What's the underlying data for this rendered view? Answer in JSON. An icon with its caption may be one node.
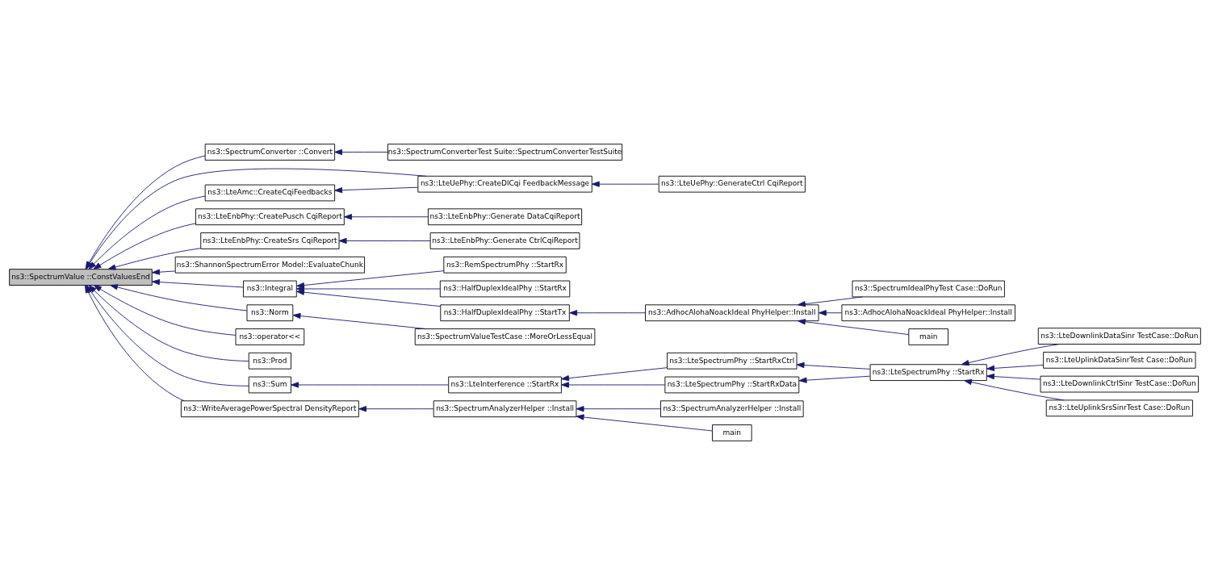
{
  "diagram": {
    "nodes": [
      {
        "text": [
          "ns3::SpectrumValue ::ConstValuesEnd"
        ]
      },
      {
        "text": [
          "ns3::SpectrumConverter ::Convert"
        ]
      },
      {
        "text": [
          "ns3::LteAmc::CreateCqiFeedbacks"
        ]
      },
      {
        "text": [
          "ns3::LteEnbPhy::CreatePusch CqiReport"
        ]
      },
      {
        "text": [
          "ns3::LteEnbPhy::CreateSrs CqiReport"
        ]
      },
      {
        "text": [
          "ns3::ShannonSpectrumError Model::EvaluateChunk"
        ]
      },
      {
        "text": [
          "ns3::Integral"
        ]
      },
      {
        "text": [
          "ns3::Norm"
        ]
      },
      {
        "text": [
          "ns3::operator<<"
        ]
      },
      {
        "text": [
          "ns3::Prod"
        ]
      },
      {
        "text": [
          "ns3::Sum"
        ]
      },
      {
        "text": [
          "ns3::WriteAveragePowerSpectral DensityReport"
        ]
      },
      {
        "text": [
          "ns3::SpectrumConverterTest Suite::SpectrumConverterTestSuite"
        ]
      },
      {
        "text": [
          "ns3::LteUePhy::CreateDlCqi FeedbackMessage"
        ]
      },
      {
        "text": [
          "ns3::LteEnbPhy::Generate DataCqiReport"
        ]
      },
      {
        "text": [
          "ns3::LteEnbPhy::Generate CtrlCqiReport"
        ]
      },
      {
        "text": [
          "ns3::RemSpectrumPhy ::StartRx"
        ]
      },
      {
        "text": [
          "ns3::HalfDuplexIdealPhy ::StartRx"
        ]
      },
      {
        "text": [
          "ns3::HalfDuplexIdealPhy ::StartTx"
        ]
      },
      {
        "text": [
          "ns3::SpectrumValueTestCase ::MoreOrLessEqual"
        ]
      },
      {
        "text": [
          "ns3::LteInterference ::StartRx"
        ]
      },
      {
        "text": [
          "ns3::SpectrumAnalyzerHelper ::Install"
        ]
      },
      {
        "text": [
          "ns3::LteUePhy::GenerateCtrl CqiReport"
        ]
      },
      {
        "text": [
          "ns3::AdhocAlohaNoackIdeal PhyHelper::Install"
        ]
      },
      {
        "text": [
          "ns3::LteSpectrumPhy ::StartRxCtrl"
        ]
      },
      {
        "text": [
          "ns3::LteSpectrumPhy ::StartRxData"
        ]
      },
      {
        "text": [
          "ns3::SpectrumAnalyzerHelper ::Install"
        ]
      },
      {
        "text": [
          "main"
        ]
      },
      {
        "text": [
          "ns3::SpectrumIdealPhyTest Case::DoRun"
        ]
      },
      {
        "text": [
          "ns3::AdhocAlohaNoackIdeal PhyHelper::Install"
        ]
      },
      {
        "text": [
          "main"
        ]
      },
      {
        "text": [
          "ns3::LteSpectrumPhy ::StartRx"
        ]
      },
      {
        "text": [
          "ns3::LteDownlinkDataSinr TestCase::DoRun"
        ]
      },
      {
        "text": [
          "ns3::LteUplinkDataSinrTest Case::DoRun"
        ]
      },
      {
        "text": [
          "ns3::LteDownlinkCtrlSinr TestCase::DoRun"
        ]
      },
      {
        "text": [
          "ns3::LteUplinkSrsSinrTest Case::DoRun"
        ]
      }
    ],
    "edges": [
      {
        "from": 1,
        "to": 0,
        "arrow": "to"
      },
      {
        "from": 2,
        "to": 0,
        "arrow": "to"
      },
      {
        "from": 13,
        "to": 0,
        "arrow": "to"
      },
      {
        "from": 3,
        "to": 0,
        "arrow": "to"
      },
      {
        "from": 4,
        "to": 0,
        "arrow": "to"
      },
      {
        "from": 5,
        "to": 0,
        "arrow": "to"
      },
      {
        "from": 6,
        "to": 0,
        "arrow": "to"
      },
      {
        "from": 7,
        "to": 0,
        "arrow": "to"
      },
      {
        "from": 8,
        "to": 0,
        "arrow": "to"
      },
      {
        "from": 9,
        "to": 0,
        "arrow": "to"
      },
      {
        "from": 10,
        "to": 0,
        "arrow": "to"
      },
      {
        "from": 11,
        "to": 0,
        "arrow": "to"
      },
      {
        "from": 12,
        "to": 1,
        "arrow": "to"
      },
      {
        "from": 13,
        "to": 2,
        "arrow": "to"
      },
      {
        "from": 22,
        "to": 13,
        "arrow": "to"
      },
      {
        "from": 14,
        "to": 3,
        "arrow": "to"
      },
      {
        "from": 15,
        "to": 4,
        "arrow": "to"
      },
      {
        "from": 16,
        "to": 6,
        "arrow": "to"
      },
      {
        "from": 17,
        "to": 6,
        "arrow": "to"
      },
      {
        "from": 18,
        "to": 6,
        "arrow": "to"
      },
      {
        "from": 23,
        "to": 18,
        "arrow": "to"
      },
      {
        "from": 28,
        "to": 23,
        "arrow": "to"
      },
      {
        "from": 29,
        "to": 23,
        "arrow": "to"
      },
      {
        "from": 30,
        "to": 23,
        "arrow": "to"
      },
      {
        "from": 19,
        "to": 7,
        "arrow": "to"
      },
      {
        "from": 20,
        "to": 10,
        "arrow": "to"
      },
      {
        "from": 24,
        "to": 20,
        "arrow": "to"
      },
      {
        "from": 25,
        "to": 20,
        "arrow": "to"
      },
      {
        "from": 31,
        "to": 24,
        "arrow": "to"
      },
      {
        "from": 31,
        "to": 25,
        "arrow": "to"
      },
      {
        "from": 32,
        "to": 31,
        "arrow": "to"
      },
      {
        "from": 33,
        "to": 31,
        "arrow": "to"
      },
      {
        "from": 34,
        "to": 31,
        "arrow": "to"
      },
      {
        "from": 35,
        "to": 31,
        "arrow": "to"
      },
      {
        "from": 21,
        "to": 11,
        "arrow": "to"
      },
      {
        "from": 26,
        "to": 21,
        "arrow": "to"
      },
      {
        "from": 27,
        "to": 21,
        "arrow": "to"
      }
    ]
  }
}
